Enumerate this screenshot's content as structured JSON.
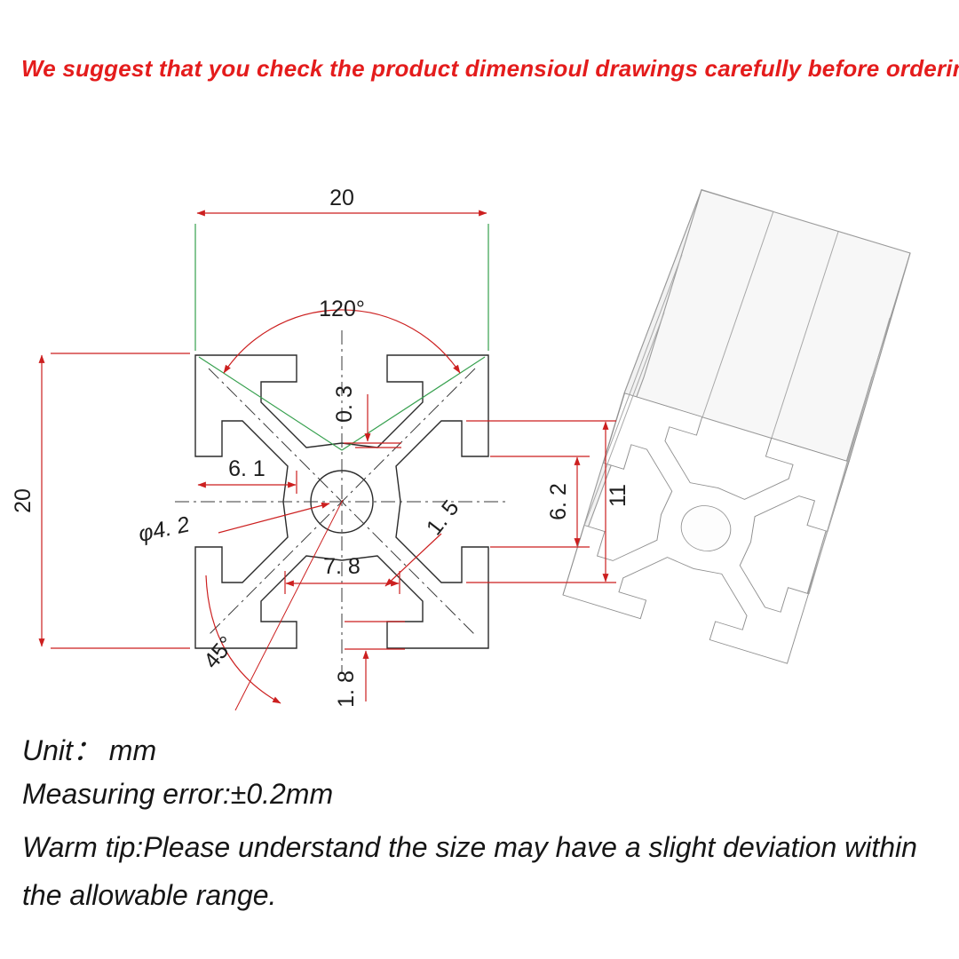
{
  "header": {
    "note": "We suggest that you check the product dimensioul drawings carefully before ordering"
  },
  "dimensions": {
    "overall_width": "20",
    "overall_height": "20",
    "slot_angle": "120°",
    "notch_depth": "0. 3",
    "edge_to_slot": "6. 1",
    "center_hole": "φ4. 2",
    "core_width": "7. 8",
    "wall_thickness": "1. 5",
    "slot_opening": "6. 2",
    "cavity_width": "11",
    "chamfer_angle": "45°",
    "lip_depth": "1. 8"
  },
  "notes": {
    "unit": "Unit： mm",
    "error": "Measuring error:±0.2mm",
    "warm_line1": "Warm tip:Please understand the size may have a slight deviation within",
    "warm_line2": "the allowable range."
  },
  "colors": {
    "warning_red": "#e41c1c",
    "dimension_red": "#cc1f1f",
    "construction_green": "#36a04e",
    "outline_black": "#2b2b2b"
  }
}
